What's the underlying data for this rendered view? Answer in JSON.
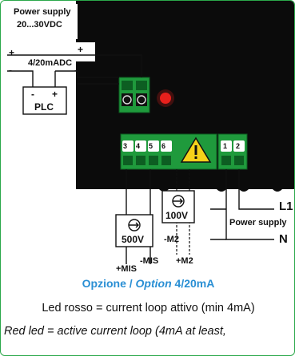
{
  "labels": {
    "power_supply_top": "Power supply",
    "voltage_range": "20...30VDC",
    "plus_top": "+",
    "plus_left": "+",
    "loop_type": "4/20mADC",
    "minus_left": "-",
    "minus_right": "-",
    "plc_minus": "-",
    "plc_plus": "+",
    "plc": "PLC",
    "source_500v": "500V",
    "source_100v": "100V",
    "minus_m2": "-M2",
    "plus_mis": "+MIS",
    "minus_mis": "-MIS",
    "plus_m2": "+M2",
    "l1": "L1",
    "power_supply_right": "Power supply",
    "n": "N",
    "terminals_main": [
      "3",
      "4",
      "5",
      "6"
    ],
    "terminals_power": [
      "1",
      "2"
    ]
  },
  "title": {
    "part1": "Opzione / ",
    "part2": "Option",
    "part3": " 4/20mA"
  },
  "caption_it": "Led rosso = current loop attivo (min 4mA)",
  "caption_en": "Red led = active current loop (4mA at least,",
  "colors": {
    "terminal_green": "#1f9a3c",
    "led_red": "#e8201c",
    "warning_yellow": "#f6d21a",
    "title_blue": "#2a8fd4",
    "border_green": "#2ba84a"
  }
}
